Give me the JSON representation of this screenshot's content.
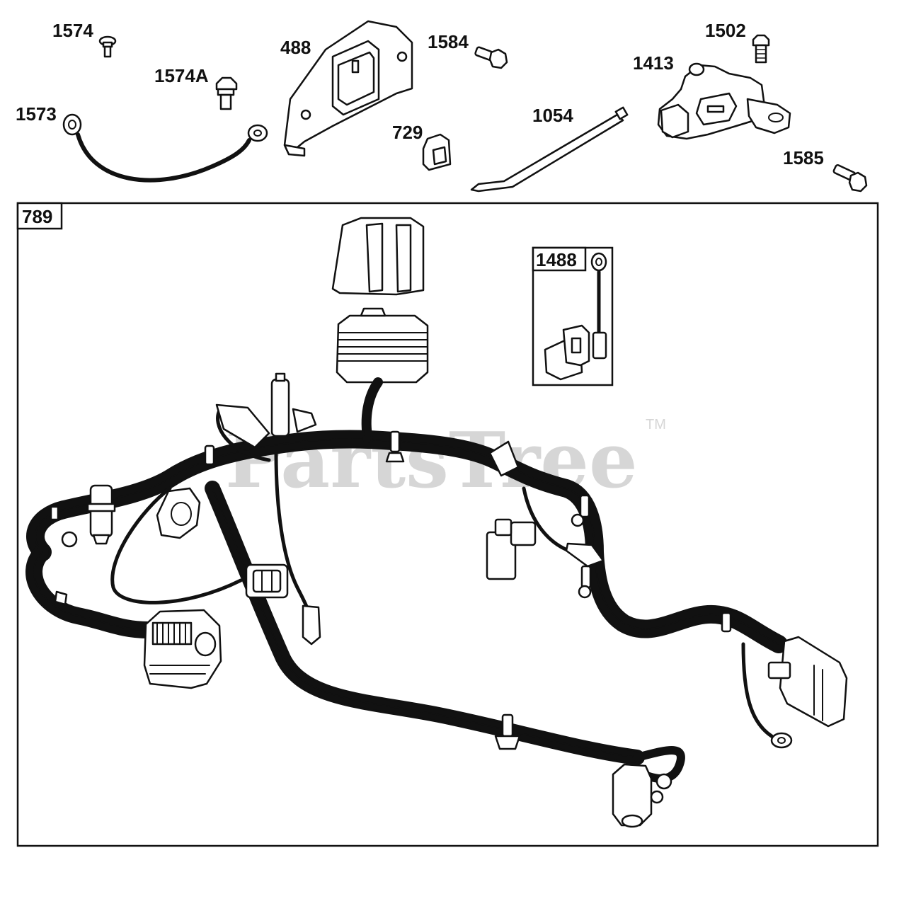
{
  "watermark": {
    "text": "PartsTree",
    "tm": "TM"
  },
  "parts": {
    "p1574": "1574",
    "p1574a": "1574A",
    "p1573": "1573",
    "p488": "488",
    "p1584": "1584",
    "p729": "729",
    "p1054": "1054",
    "p1502": "1502",
    "p1413": "1413",
    "p1585": "1585",
    "p789": "789",
    "p1488": "1488"
  }
}
